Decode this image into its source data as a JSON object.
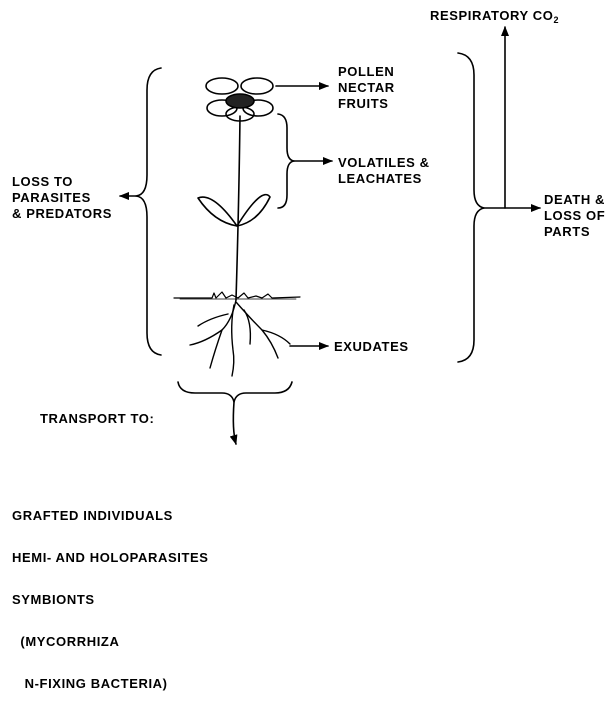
{
  "labels": {
    "respiratory": {
      "text": "RESPIRATORY CO",
      "sub": "2"
    },
    "pollen": [
      "POLLEN",
      "NECTAR",
      "FRUITS"
    ],
    "volatiles": [
      "VOLATILES &",
      "LEACHATES"
    ],
    "loss_parasites": [
      "LOSS TO",
      "PARASITES",
      "& PREDATORS"
    ],
    "death": [
      "DEATH &",
      "LOSS OF",
      "PARTS"
    ],
    "exudates": "EXUDATES",
    "transport_heading": "TRANSPORT TO:",
    "transport_list": [
      "GRAFTED INDIVIDUALS",
      "HEMI- AND HOLOPARASITES",
      "SYMBIONTS",
      "  (MYCORRHIZA",
      "   N-FIXING BACTERIA)"
    ]
  },
  "icons": [
    "flower-icon",
    "leaf-icon",
    "root-icon",
    "soil-line"
  ]
}
